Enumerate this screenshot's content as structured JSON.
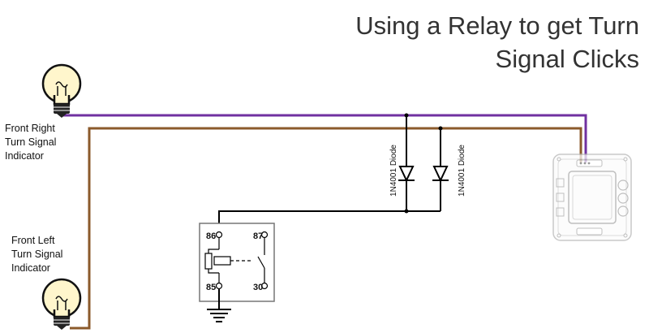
{
  "title": {
    "line1": "Using a Relay to get Turn",
    "line2": "Signal Clicks"
  },
  "labels": {
    "front_right": [
      "Front Right",
      "Turn Signal",
      "Indicator"
    ],
    "front_left": [
      "Front Left",
      "Turn Signal",
      "Indicator"
    ],
    "diode_1": "1N4001 Diode",
    "diode_2": "1N4001 Diode"
  },
  "relay": {
    "pins": {
      "p86": "86",
      "p85": "85",
      "p87": "87",
      "p30": "30"
    }
  },
  "colors": {
    "right_signal_wire": "#7030a0",
    "left_signal_wire": "#8b5a2b",
    "relay_wire": "#000000",
    "title_text": "#333333",
    "bulb_glass": "#fff6cc",
    "module_outline": "#b8b8b8"
  }
}
